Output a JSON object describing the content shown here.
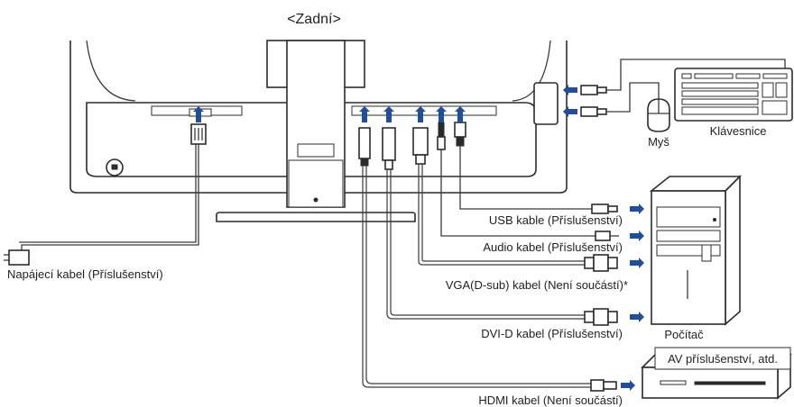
{
  "title": "<Zadní>",
  "labels": {
    "power": "Napájecí kabel (Příslušenství)",
    "usb": "USB kable (Příslušenství)",
    "audio": "Audio kabel (Příslušenství)",
    "vga": "VGA(D-sub) kabel (Není součástí)*",
    "dvi": "DVI-D kabel (Příslušenství)",
    "hdmi": "HDMI kabel (Není součástí)",
    "mouse": "Myš",
    "keyboard": "Klávesnice",
    "computer": "Počítač",
    "av": "AV příslušenství, atd."
  },
  "icons": {
    "usb": "usb-icon",
    "arrow": "blue-arrow-icon"
  },
  "colors": {
    "arrow": "#1f4f9a",
    "line": "#3a3a3a"
  }
}
